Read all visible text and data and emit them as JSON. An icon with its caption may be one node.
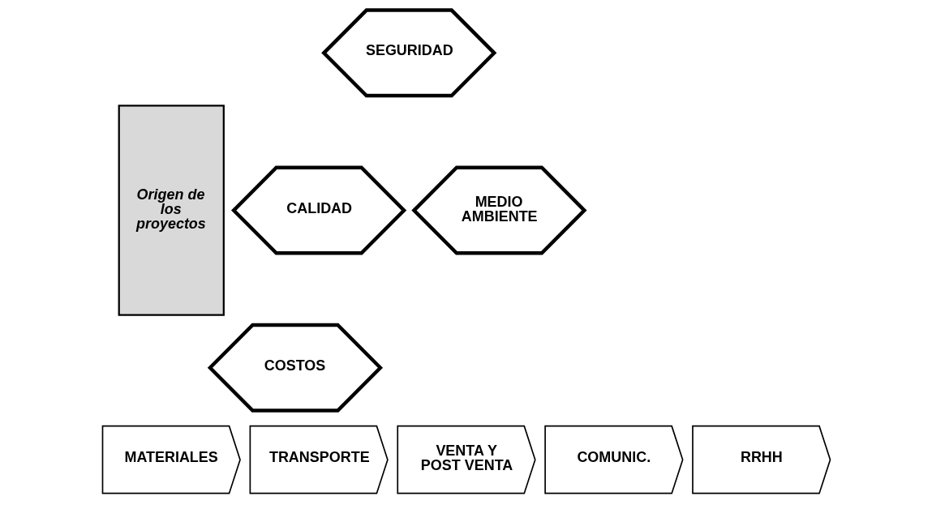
{
  "diagram": {
    "nodes": [
      {
        "text": [
          "Origen de los proyectos"
        ]
      },
      {
        "text": [
          "SEGURIDAD"
        ]
      },
      {
        "text": [
          "CALIDAD"
        ]
      },
      {
        "text": [
          "MEDIO AMBIENTE"
        ]
      },
      {
        "text": [
          "COSTOS"
        ]
      },
      {
        "text": [
          "MATERIALES"
        ]
      },
      {
        "text": [
          "TRANSPORTE"
        ]
      },
      {
        "text": [
          "VENTA Y POST VENTA"
        ]
      },
      {
        "text": [
          "COMUNIC."
        ]
      },
      {
        "text": [
          "RRHH"
        ]
      }
    ]
  }
}
